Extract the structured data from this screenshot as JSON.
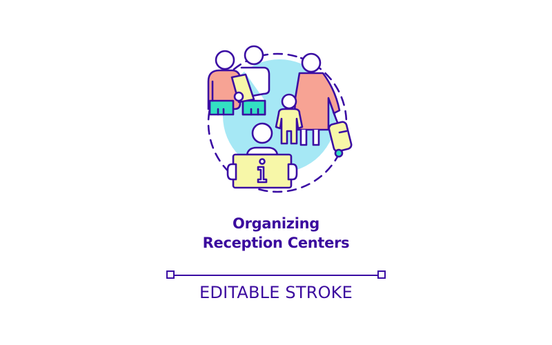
{
  "title": {
    "line1": "Organizing",
    "line2": "Reception Centers"
  },
  "caption": "EDITABLE STROKE",
  "colors": {
    "outline": "#3a0ca3",
    "text": "#3b0a9e",
    "circle_bg": "#a6e8f5",
    "coral": "#f7a394",
    "yellow": "#f7f7a8",
    "teal": "#33e0c2",
    "white": "#ffffff"
  },
  "icon": "reception-center-icon"
}
